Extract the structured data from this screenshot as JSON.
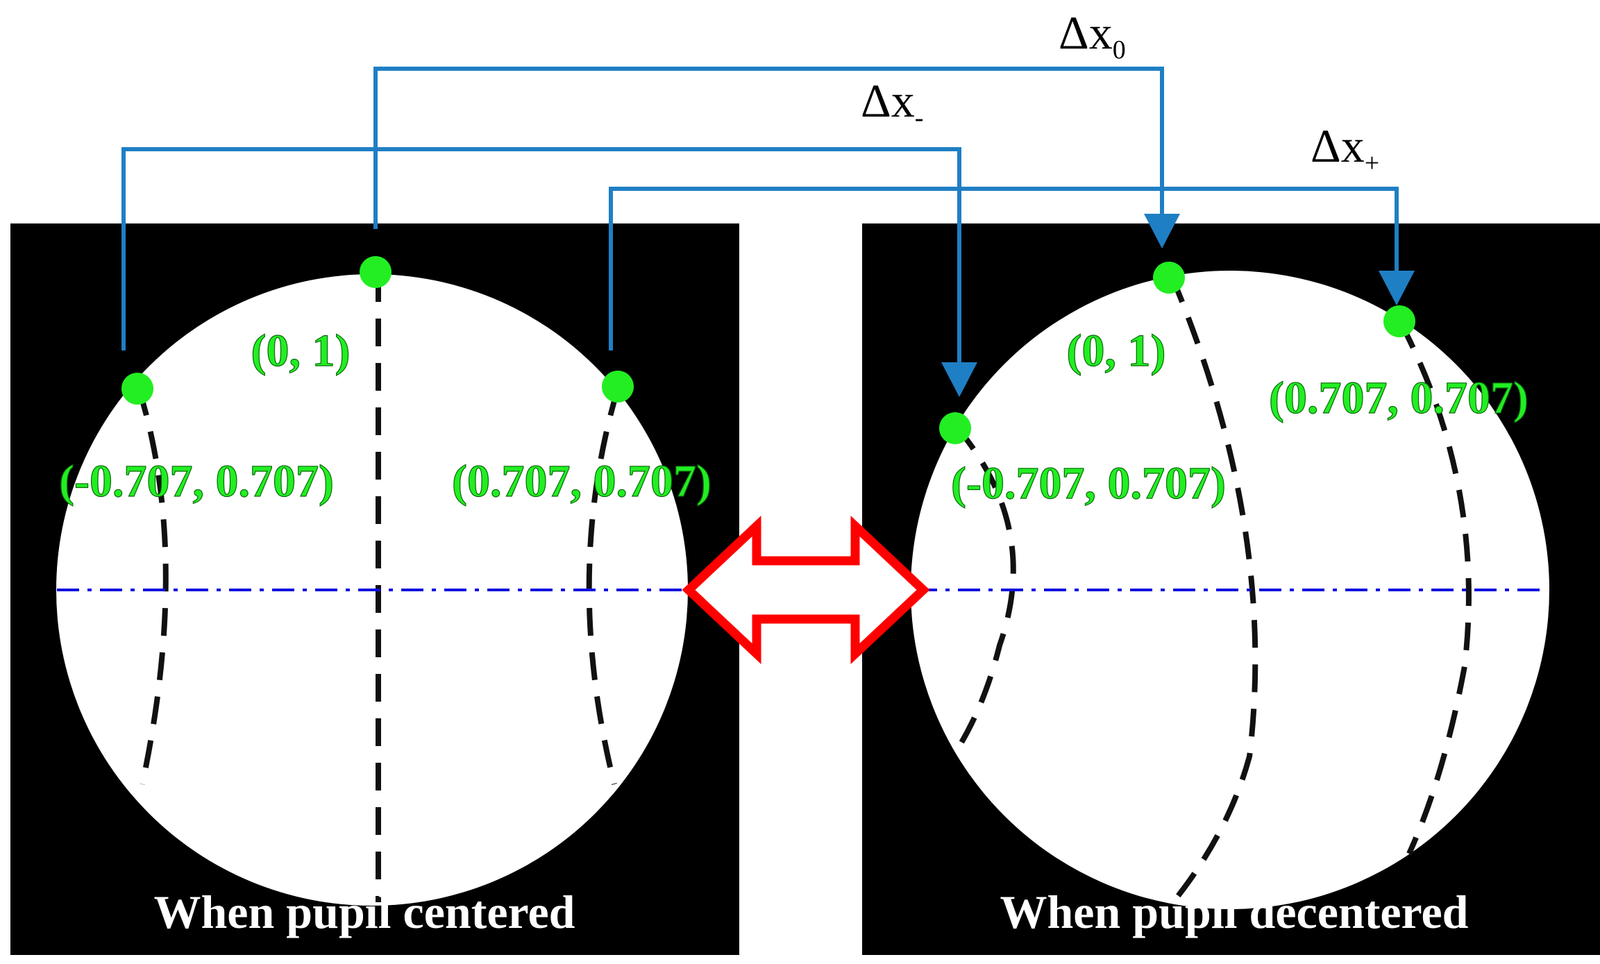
{
  "delta_labels": {
    "x0": {
      "base": "Δx",
      "sub": "0"
    },
    "x_minus": {
      "base": "Δx",
      "sub": "-"
    },
    "x_plus": {
      "base": "Δx",
      "sub": "+"
    }
  },
  "panels": {
    "left": {
      "caption": "When pupil centered",
      "point_labels": {
        "top": "(0, 1)",
        "left": "(-0.707, 0.707)",
        "right": "(0.707, 0.707)"
      }
    },
    "right": {
      "caption": "When pupil decentered",
      "point_labels": {
        "top": "(0, 1)",
        "left": "(-0.707, 0.707)",
        "right": "(0.707, 0.707)"
      }
    }
  },
  "colors": {
    "connector": "#1f7fc4",
    "point": "#22ee22",
    "label": "#22ee22",
    "axis": "#1010e0",
    "double_arrow": "#ff0000",
    "panel_bg": "#000000",
    "pupil": "#ffffff",
    "meridian": "#111111"
  }
}
